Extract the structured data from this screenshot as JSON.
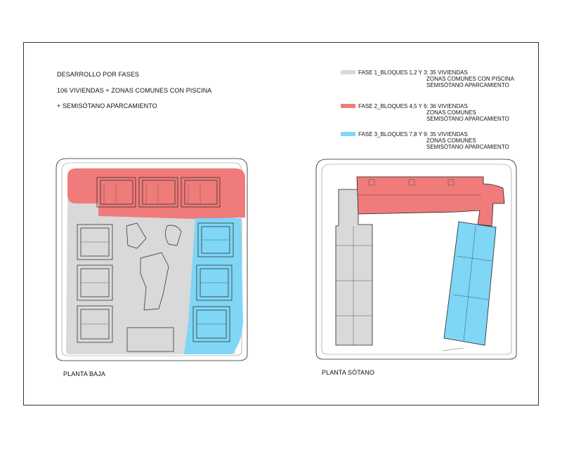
{
  "title": {
    "line1": "DESARROLLO POR FASES",
    "line2": "106 VIVIENDAS + ZONAS COMUNES CON PISCINA",
    "line3": "+ SEMISÓTANO APARCAMIENTO"
  },
  "legend": [
    {
      "label": "FASE 1_BLOQUES 1,2 Y 3: 35 VIVIENDAS",
      "sub1": "ZONAS COMUNES CON PISCINA",
      "sub2": "SEMISÓTANO APARCAMIENTO",
      "color": "#d9d9d9"
    },
    {
      "label": "FASE 2_BLOQUES 4,5 Y 6: 36 VIVIENDAS",
      "sub1": "ZONAS COMUNES",
      "sub2": "SEMISÓTANO APARCAMIENTO",
      "color": "#f07b7b"
    },
    {
      "label": "FASE 3_BLOQUES 7,8 Y 9: 35 VIVIENDAS",
      "sub1": "ZONAS COMUNES",
      "sub2": "SEMISÓTANO APARCAMIENTO",
      "color": "#7fd6f5"
    }
  ],
  "plans": {
    "ground": "PLANTA BAJA",
    "basement": "PLANTA SÓTANO"
  }
}
